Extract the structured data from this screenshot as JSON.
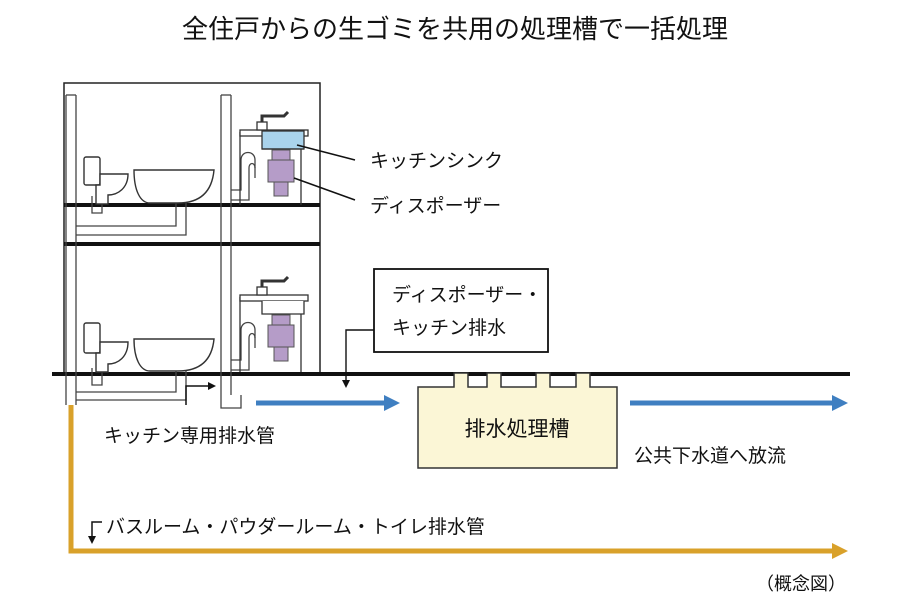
{
  "title": "全住戸からの生ゴミを共用の処理槽で一括処理",
  "labels": {
    "kitchen_sink": "キッチンシンク",
    "disposer": "ディスポーザー",
    "callout_line1": "ディスポーザー・",
    "callout_line2": "キッチン排水",
    "kitchen_pipe": "キッチン専用排水管",
    "tank": "排水処理槽",
    "discharge": "公共下水道へ放流",
    "bath_pipe": "バスルーム・パウダールーム・トイレ排水管",
    "concept": "（概念図）"
  },
  "colors": {
    "kitchen_flow": "#3f7fc1",
    "bath_flow": "#d9a12a",
    "tank_fill": "#fbf6d6",
    "disposer": "#b59cc8",
    "sink_water": "#a9d3ec"
  }
}
